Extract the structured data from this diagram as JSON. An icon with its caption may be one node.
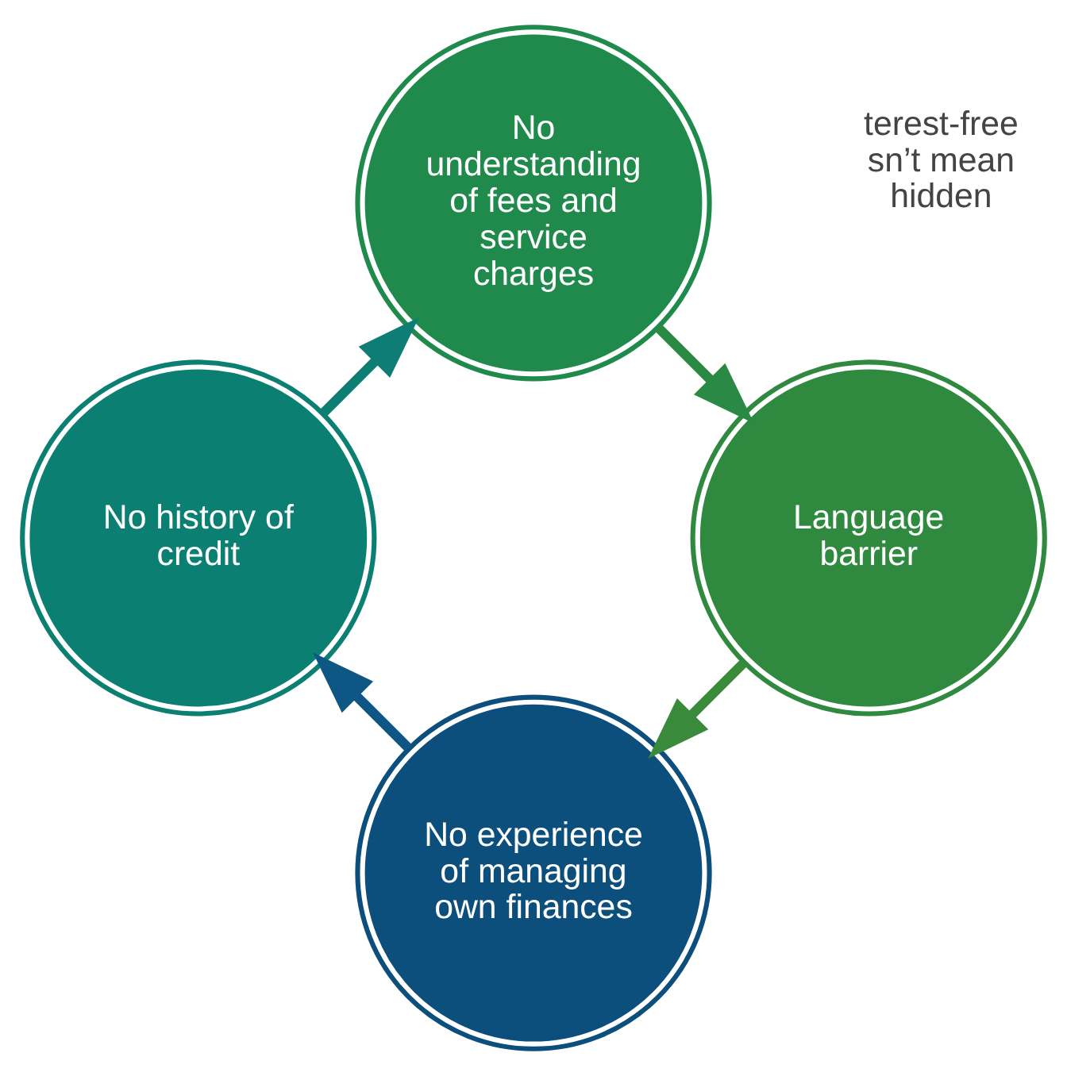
{
  "diagram": {
    "nodes": [
      {
        "text": [
          "No experience of managing own finances"
        ]
      },
      {
        "text": [
          "No history of credit"
        ]
      },
      {
        "text": [
          "No understanding of fees and service charges"
        ]
      },
      {
        "text": [
          "Language barrier"
        ]
      }
    ],
    "edges": [
      {
        "from": 0,
        "to": 1,
        "arrow": "to",
        "color": "#0e5683"
      },
      {
        "from": 1,
        "to": 2,
        "arrow": "to",
        "color": "#0e7d74"
      },
      {
        "from": 2,
        "to": 3,
        "arrow": "to",
        "color": "#2a8a45"
      },
      {
        "from": 3,
        "to": 0,
        "arrow": "to",
        "color": "#3a8a3c"
      }
    ],
    "labels": [
      "terest-free sn’t mean hidden"
    ]
  }
}
